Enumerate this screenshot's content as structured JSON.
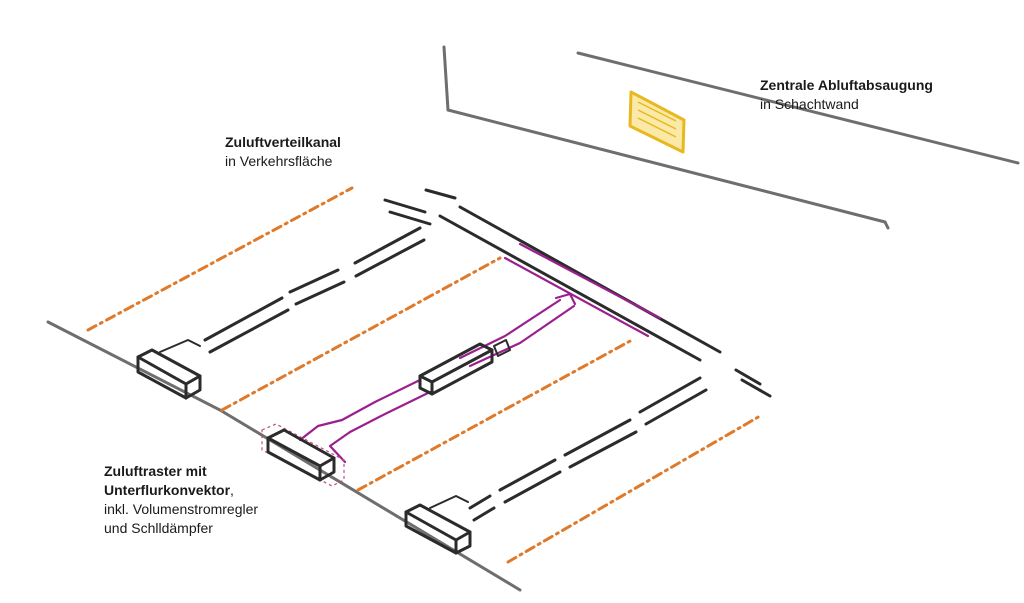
{
  "labels": {
    "zuluft_kanal": {
      "title": "Zuluftverteilkanal",
      "sub": "in Verkehrsfläche"
    },
    "abluft": {
      "title": "Zentrale Abluftabsaugung",
      "sub": "in Schachtwand"
    },
    "zuluft_raster": {
      "title_line1": "Zuluftraster mit",
      "title_line2": "Unterflurkonvektor",
      "title_suffix": ",",
      "sub_line1": "inkl. Volumenstromregler",
      "sub_line2": "und Schlldämpfer"
    }
  },
  "colors": {
    "supply_duct": "#9b1f8f",
    "grid_lines": "#e07a2a",
    "exhaust_grille": "#e8b820",
    "sketch_ink": "#2b2b2b"
  },
  "icons": [
    "exhaust-grille-icon",
    "floor-convector-icon",
    "volume-flow-regulator-icon"
  ]
}
